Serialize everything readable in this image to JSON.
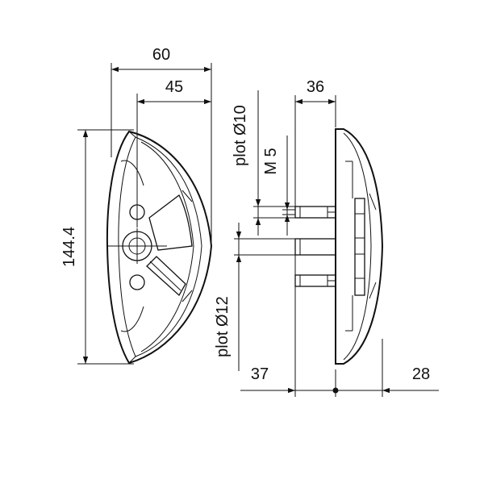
{
  "drawing": {
    "dims": {
      "width_60": "60",
      "width_45": "45",
      "height_144": "144.4",
      "depth_36": "36",
      "plot_d10": "plot Ø10",
      "thread_m5": "M 5",
      "plot_d12": "plot Ø12",
      "offset_37": "37",
      "offset_28": "28"
    },
    "colors": {
      "line": "#111111",
      "background": "#ffffff"
    }
  }
}
